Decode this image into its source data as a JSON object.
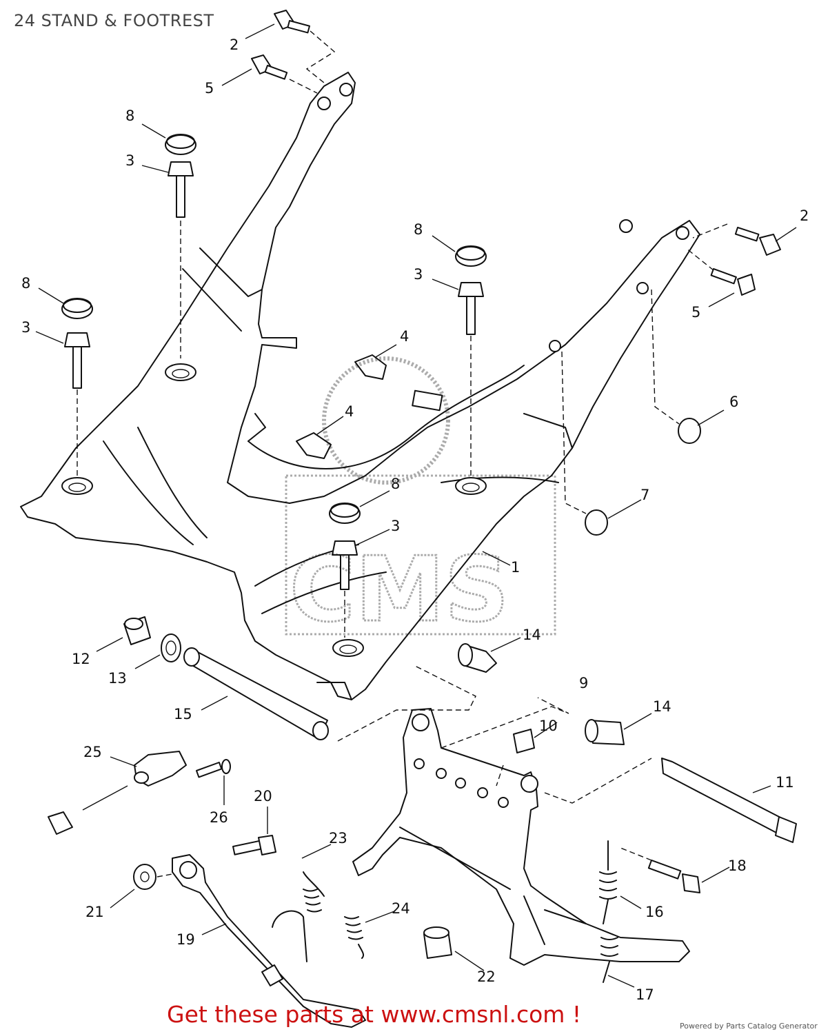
{
  "title": "24 STAND & FOOTREST",
  "parts": [
    {
      "id": "p2a",
      "label": "2"
    },
    {
      "id": "p5a",
      "label": "5"
    },
    {
      "id": "p8a",
      "label": "8"
    },
    {
      "id": "p3a",
      "label": "3"
    },
    {
      "id": "p8b",
      "label": "8"
    },
    {
      "id": "p3b",
      "label": "3"
    },
    {
      "id": "p8c",
      "label": "8"
    },
    {
      "id": "p3c",
      "label": "3"
    },
    {
      "id": "p2b",
      "label": "2"
    },
    {
      "id": "p5b",
      "label": "5"
    },
    {
      "id": "p4a",
      "label": "4"
    },
    {
      "id": "p4b",
      "label": "4"
    },
    {
      "id": "p6",
      "label": "6"
    },
    {
      "id": "p8d",
      "label": "8"
    },
    {
      "id": "p3d",
      "label": "3"
    },
    {
      "id": "p7",
      "label": "7"
    },
    {
      "id": "p1",
      "label": "1"
    },
    {
      "id": "p14a",
      "label": "14"
    },
    {
      "id": "p9",
      "label": "9"
    },
    {
      "id": "p12",
      "label": "12"
    },
    {
      "id": "p13",
      "label": "13"
    },
    {
      "id": "p15",
      "label": "15"
    },
    {
      "id": "p14b",
      "label": "14"
    },
    {
      "id": "p10",
      "label": "10"
    },
    {
      "id": "p11",
      "label": "11"
    },
    {
      "id": "p25",
      "label": "25"
    },
    {
      "id": "p26",
      "label": "26"
    },
    {
      "id": "p20",
      "label": "20"
    },
    {
      "id": "p23",
      "label": "23"
    },
    {
      "id": "p18",
      "label": "18"
    },
    {
      "id": "p16",
      "label": "16"
    },
    {
      "id": "p21",
      "label": "21"
    },
    {
      "id": "p24",
      "label": "24"
    },
    {
      "id": "p19",
      "label": "19"
    },
    {
      "id": "p22",
      "label": "22"
    },
    {
      "id": "p17",
      "label": "17"
    }
  ],
  "cta": "Get these parts at www.cmsnl.com !",
  "powered_by": "Powered by Parts Catalog Generator",
  "watermark_text": "CMS",
  "colors": {
    "cta": "#cc1111",
    "title": "#444444",
    "line": "#111111"
  }
}
